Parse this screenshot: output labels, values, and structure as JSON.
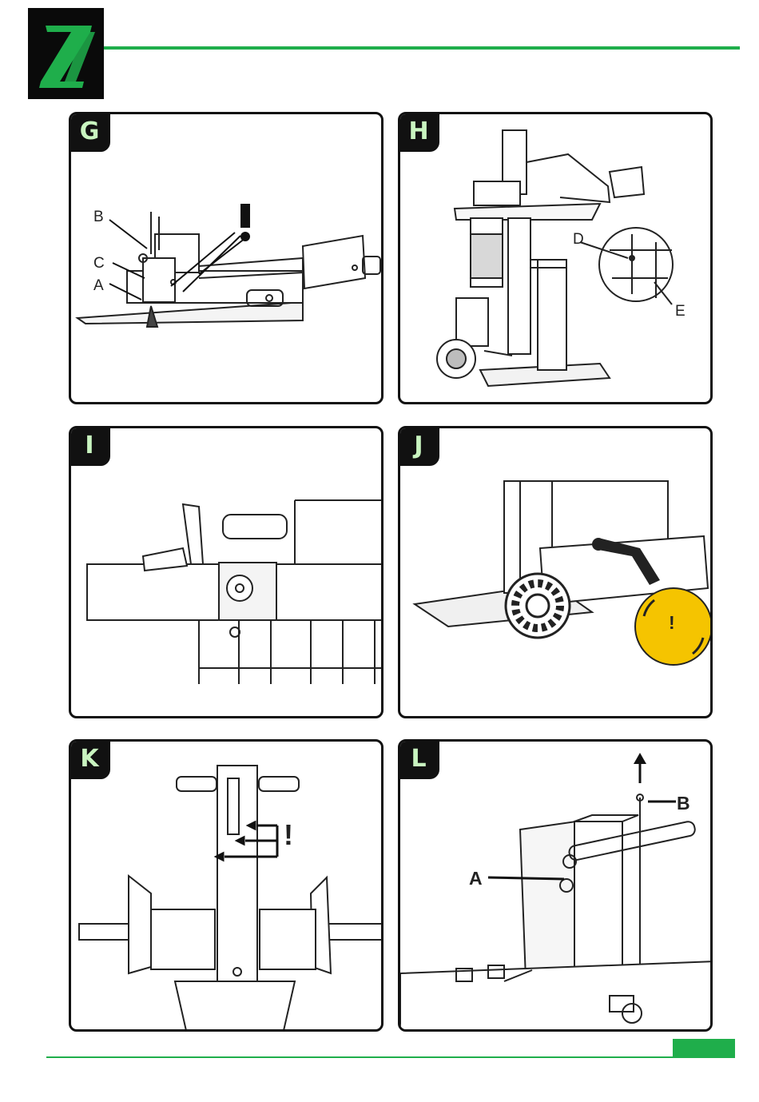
{
  "logo": {
    "letter": "Z",
    "color": "#1fae4b"
  },
  "colors": {
    "accent": "#1fae4b",
    "warning": "#f5c400",
    "line": "#111111",
    "badge_text": "#c9f5c0"
  },
  "figures": [
    {
      "id": "G",
      "callouts": [
        "B",
        "C",
        "A"
      ]
    },
    {
      "id": "H",
      "callouts": [
        "D",
        "E"
      ]
    },
    {
      "id": "I",
      "callouts": []
    },
    {
      "id": "J",
      "callouts": [
        "!"
      ]
    },
    {
      "id": "K",
      "callouts": [
        "!"
      ]
    },
    {
      "id": "L",
      "callouts": [
        "B",
        "A"
      ]
    }
  ]
}
